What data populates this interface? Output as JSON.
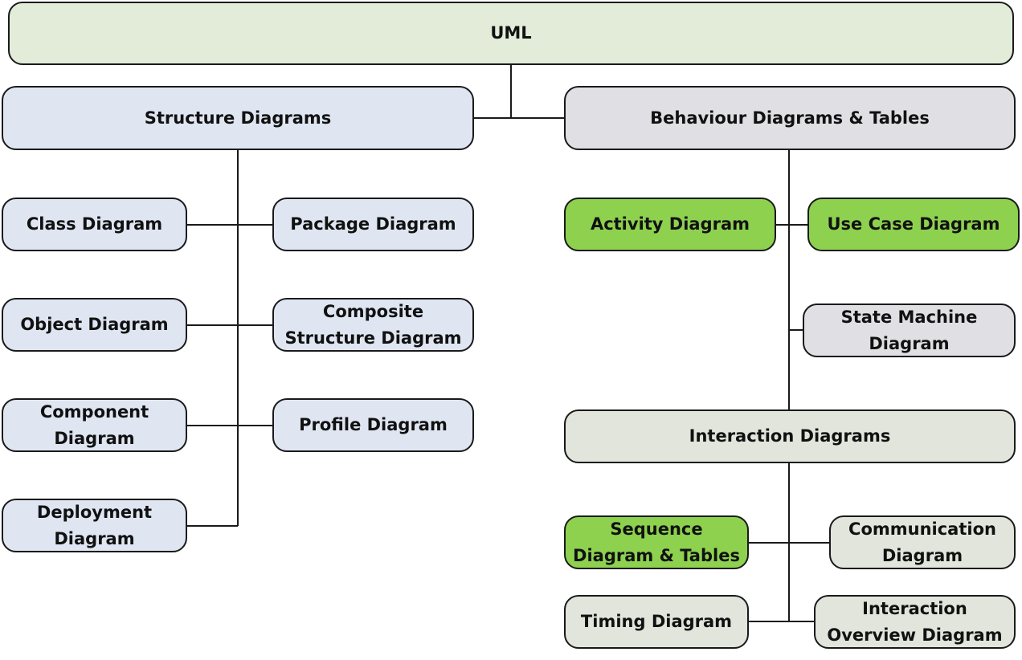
{
  "colors": {
    "root": "#e2ecd9",
    "structure": "#dfe6f2",
    "behaviour": "#e0dfe4",
    "interaction": "#e1e5dc",
    "highlight": "#8dd14f",
    "line": "#1a1a1a"
  },
  "nodes": {
    "uml": "UML",
    "structure": "Structure Diagrams",
    "behaviour": "Behaviour Diagrams & Tables",
    "class": "Class Diagram",
    "package": "Package Diagram",
    "object": "Object Diagram",
    "composite": "Composite\nStructure Diagram",
    "component": "Component\nDiagram",
    "profile": "Profile Diagram",
    "deployment": "Deployment\nDiagram",
    "activity": "Activity Diagram",
    "usecase": "Use Case Diagram",
    "statemachine": "State Machine\nDiagram",
    "interaction": "Interaction Diagrams",
    "sequence": "Sequence\nDiagram & Tables",
    "communication": "Communication\nDiagram",
    "timing": "Timing Diagram",
    "overview": "Interaction\nOverview Diagram"
  }
}
